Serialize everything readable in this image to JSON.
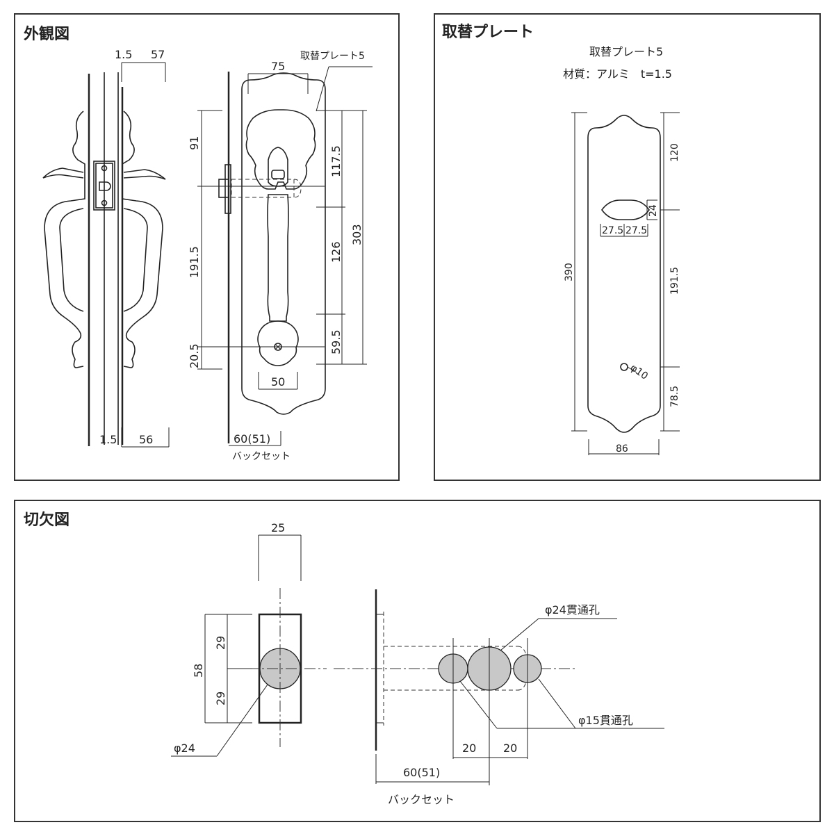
{
  "panels": {
    "exterior": {
      "title": "外観図",
      "dims": {
        "top_left": "1.5",
        "top_right": "57",
        "bottom_left": "1.5",
        "bottom_right": "56",
        "width_top": "75",
        "plate_label": "取替プレート5",
        "d91": "91",
        "d191_5": "191.5",
        "d20_5": "20.5",
        "d117_5": "117.5",
        "d126": "126",
        "d59_5": "59.5",
        "d303": "303",
        "d50": "50",
        "backset_value": "60(51)",
        "backset_label": "バックセット"
      }
    },
    "plate": {
      "title": "取替プレート",
      "caption1": "取替プレート5",
      "caption2": "材質：アルミ　t=1.5",
      "dims": {
        "d120": "120",
        "d24": "24",
        "d27_5a": "27.5",
        "d27_5b": "27.5",
        "d390": "390",
        "d191_5": "191.5",
        "phi10": "φ10",
        "d78_5": "78.5",
        "d86": "86"
      }
    },
    "cutout": {
      "title": "切欠図",
      "dims": {
        "d25": "25",
        "d58": "58",
        "d29a": "29",
        "d29b": "29",
        "phi24": "φ24",
        "phi24_through": "φ24貫通孔",
        "phi15_through": "φ15貫通孔",
        "d20a": "20",
        "d20b": "20",
        "backset_value": "60(51)",
        "backset_label": "バックセット"
      }
    }
  }
}
